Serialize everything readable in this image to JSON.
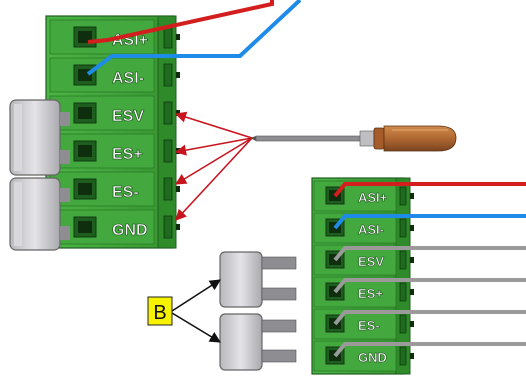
{
  "terminal_large": {
    "pins": [
      "ASI+",
      "ASI-",
      "ESV",
      "ES+",
      "ES-",
      "GND"
    ]
  },
  "terminal_small": {
    "pins": [
      "ASI+",
      "ASI-",
      "ESV",
      "ES+",
      "ES-",
      "GND"
    ]
  },
  "callout": {
    "label": "B"
  },
  "colors": {
    "terminal_green": "#3fa23a",
    "terminal_dark": "#1f6a1f",
    "wire_red": "#d41e1e",
    "wire_blue": "#1f8be8",
    "wire_gray": "#9a9a9a",
    "plug_gray": "#c9c9cd",
    "arrow_red": "#c8141e",
    "callout_yellow": "#f6f200",
    "screwdriver_handle": "#b5703a"
  },
  "icons": {
    "tool": "screwdriver-icon",
    "plug": "jumper-plug-icon"
  }
}
